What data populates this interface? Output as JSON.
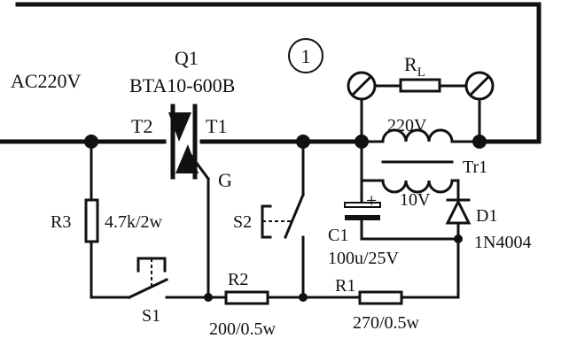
{
  "labels": {
    "ac": "AC220V",
    "q1_name": "Q1",
    "q1_part": "BTA10-600B",
    "t2": "T2",
    "t1": "T1",
    "g": "G",
    "node": "1",
    "rl_main": "R",
    "rl_sub": "L",
    "tr_primary": "220V",
    "tr_name": "Tr1",
    "tr_secondary": "10V",
    "r3_name": "R3",
    "r3_value": "4.7k/2w",
    "s2": "S2",
    "c1_name": "C1",
    "c1_value": "100u/25V",
    "d1_name": "D1",
    "d1_part": "1N4004",
    "s1": "S1",
    "r2_name": "R2",
    "r2_value": "200/0.5w",
    "r1_name": "R1",
    "r1_value": "270/0.5w",
    "plus": "+"
  }
}
